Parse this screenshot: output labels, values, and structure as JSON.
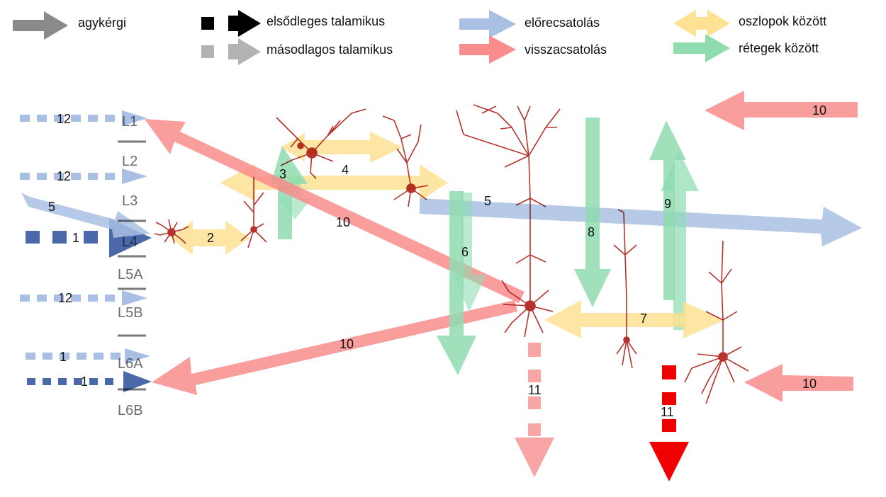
{
  "colors": {
    "cortical": "#8a8a8a",
    "primary_thalamic": "#000000",
    "secondary_thalamic": "#b3b3b3",
    "feedforward": "#a9bfe3",
    "feedback": "#f98c8c",
    "between_columns": "#fde293",
    "between_layers": "#8fdcb0",
    "thalamic_dark_blue": "#4b69a8",
    "thalamic_light_blue": "#a9bfe3",
    "neuron": "#b5342d",
    "red_strong": "#f00000",
    "red_light": "#f9a5a5",
    "layer_line": "#7a7a7a"
  },
  "legend": {
    "cortical": "agykérgi",
    "primary_thalamic": "elsődleges talamikus",
    "secondary_thalamic": "másodlagos talamikus",
    "feedforward": "előrecsatolás",
    "feedback": "visszacsatolás",
    "between_columns": "oszlopok között",
    "between_layers": "rétegek között"
  },
  "layers": [
    "L1",
    "L2",
    "L3",
    "L4",
    "L5A",
    "L5B",
    "L6A",
    "L6B"
  ],
  "numbers": {
    "n12a": "12",
    "n12b": "12",
    "n5a": "5",
    "n1a": "1",
    "n2": "2",
    "n3": "3",
    "n4": "4",
    "n5b": "5",
    "n10a": "10",
    "n10b": "10",
    "n10c": "10",
    "n10d": "10",
    "n6": "6",
    "n8": "8",
    "n9": "9",
    "n7": "7",
    "n12c": "12",
    "n1b": "1",
    "n1c": "1",
    "n11a": "11",
    "n11b": "11"
  }
}
